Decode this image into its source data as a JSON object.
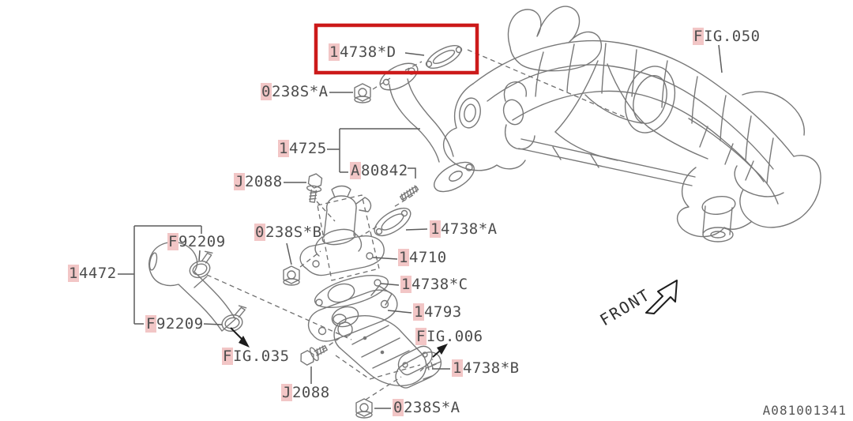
{
  "diagram": {
    "document_code": "A081001341",
    "front_label": "FRONT",
    "selection": {
      "highlighted_part": "14738*D"
    },
    "colors": {
      "highlight_pink": "#f2c6c6",
      "selection_red": "#cc1a1a",
      "line_gray": "#787878",
      "text_gray": "#4d4d4d"
    },
    "labels": {
      "gasket_d": "14738*D",
      "nut_a_top": "0238S*A",
      "pipe": "14725",
      "bolt_top": "J2088",
      "stud": "A80842",
      "nut_b": "0238S*B",
      "clamp_top": "F92209",
      "hose": "14472",
      "clamp_bottom": "F92209",
      "fig_035": "FIG.035",
      "bolt_bottom": "J2088",
      "nut_a_bottom": "0238S*A",
      "valve": "14710",
      "gasket_a": "14738*A",
      "gasket_c": "14738*C",
      "adapter": "14793",
      "fig_006": "FIG.006",
      "gasket_b": "14738*B",
      "fig_050": "FIG.050"
    }
  }
}
